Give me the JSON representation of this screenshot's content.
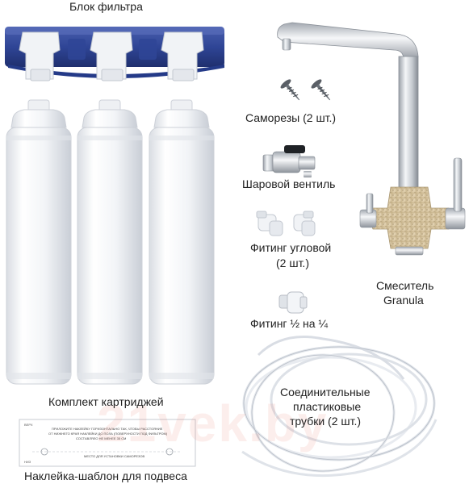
{
  "labels": {
    "filter_block": "Блок фильтра",
    "screws": "Саморезы (2 шт.)",
    "ball_valve": "Шаровой вентиль",
    "angle_fitting_line1": "Фитинг угловой",
    "angle_fitting_line2": "(2 шт.)",
    "mixer_line1": "Смеситель",
    "mixer_line2": "Granula",
    "fitting_half_quarter": "Фитинг ½ на ¼",
    "tubes_line1": "Соединительные",
    "tubes_line2": "пластиковые",
    "tubes_line3": "трубки (2 шт.)",
    "cartridge_set": "Комплект картриджей",
    "mount_sticker": "Наклейка-шаблон для подвеса"
  },
  "watermark": "21vek.by",
  "sticker": {
    "line1": "ПРИЛОЖИТЕ НАКЛЕЙКУ ГОРИЗОНТАЛЬНО ТАК, ЧТОБЫ РАССТОЯНИЕ",
    "line2": "ОТ НИЖНЕГО КРАЯ НАКЛЕЙКИ ДО ПОЛА (ПОВЕРХНОСТИ ПОД ФИЛЬТРОМ)",
    "line3": "СОСТАВЛЯЛО НЕ МЕНЕЕ 35 СМ",
    "hole_label": "МЕСТО ДЛЯ УСТАНОВКИ САМОРЕЗОВ",
    "corner_top": "ВЕРХ",
    "corner_bottom": "НИЗ"
  },
  "colors": {
    "filter_block_blue": "#2f4596",
    "granite_beige": "#d9c7a3",
    "chrome": "#c8ccd2"
  }
}
